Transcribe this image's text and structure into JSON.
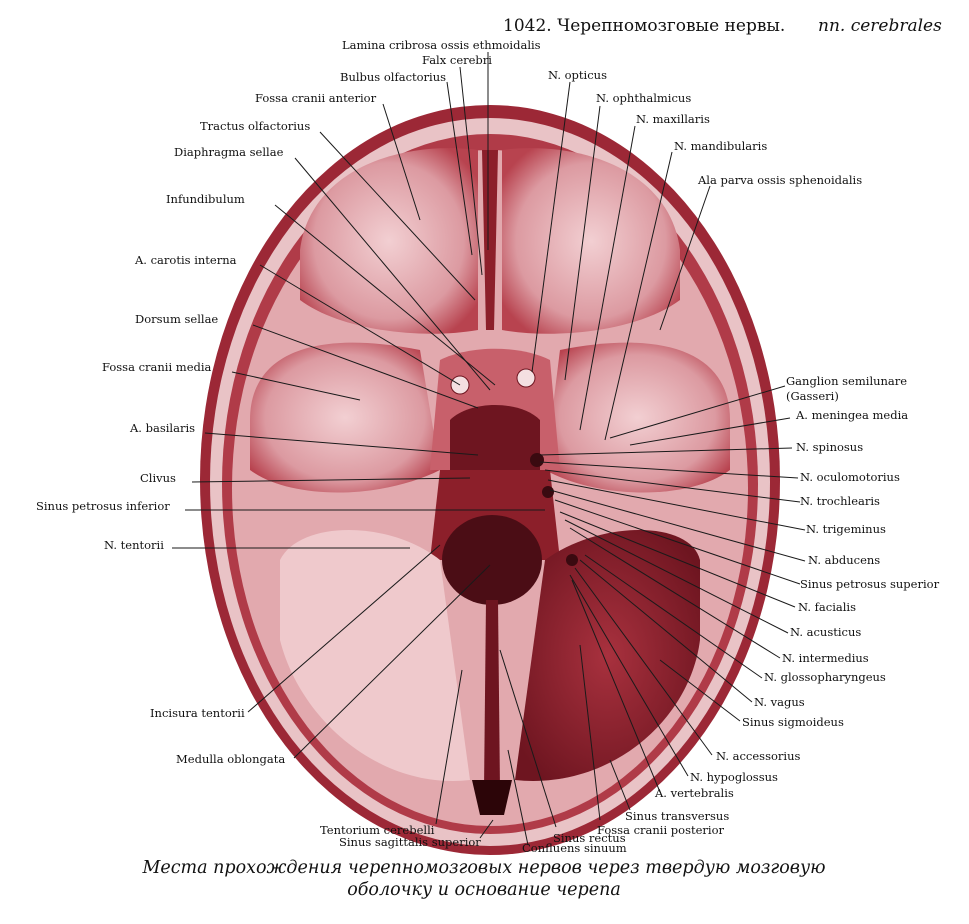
{
  "header": {
    "number_title": "1042. Черепномозговые нервы.",
    "latin": "nn. cerebrales"
  },
  "caption": {
    "line1": "Места прохождения черепномозговых нервов через твердую мозговую",
    "line2": "оболочку и основание черепа"
  },
  "labels": {
    "lamina_cribrosa": "Lamina cribrosa ossis ethmoidalis",
    "falx_cerebri": "Falx cerebri",
    "bulbus_olfactorius": "Bulbus olfactorius",
    "fossa_cranii_anterior": "Fossa cranii anterior",
    "tractus_olfactorius": "Tractus olfactorius",
    "diaphragma_sellae": "Diaphragma sellae",
    "infundibulum": "Infundibulum",
    "a_carotis_interna": "A. carotis interna",
    "dorsum_sellae": "Dorsum sellae",
    "fossa_cranii_media": "Fossa cranii media",
    "a_basilaris": "A. basilaris",
    "clivus": "Clivus",
    "sinus_petrosus_inferior": "Sinus petrosus inferior",
    "n_tentorii": "N. tentorii",
    "incisura_tentorii": "Incisura tentorii",
    "medulla_oblongata": "Medulla oblongata",
    "tentorium_cerebelli": "Tentorium cerebelli",
    "sinus_sagittalis_superior": "Sinus sagittalis superior",
    "confluens_sinuum": "Confluens sinuum",
    "sinus_rectus": "Sinus rectus",
    "fossa_cranii_posterior": "Fossa cranii posterior",
    "sinus_transversus": "Sinus transversus",
    "a_vertebralis": "A. vertebralis",
    "n_hypoglossus": "N. hypoglossus",
    "n_accessorius": "N. accessorius",
    "sinus_sigmoideus": "Sinus sigmoideus",
    "n_vagus": "N. vagus",
    "n_glossopharyngeus": "N. glossopharyngeus",
    "n_intermedius": "N. intermedius",
    "n_acusticus": "N. acusticus",
    "n_facialis": "N. facialis",
    "sinus_petrosus_superior": "Sinus petrosus superior",
    "n_abducens": "N. abducens",
    "n_trigeminus": "N. trigeminus",
    "n_trochlearis": "N. trochlearis",
    "n_oculomotorius": "N. oculomotorius",
    "n_spinosus": "N. spinosus",
    "a_meningea_media": "A. meningea media",
    "ganglion_semilunare_1": "Ganglion semilunare",
    "ganglion_semilunare_2": "(Gasseri)",
    "ala_parva": "Ala parva ossis sphenoidalis",
    "n_mandibularis": "N. mandibularis",
    "n_maxillaris": "N. maxillaris",
    "n_ophthalmicus": "N. ophthalmicus",
    "n_opticus": "N. opticus"
  },
  "colors": {
    "bone_dark": "#8c1f2a",
    "bone_mid": "#b8434f",
    "bone_light": "#e8b4b8",
    "paper": "#ffffff",
    "ink": "#111111"
  }
}
